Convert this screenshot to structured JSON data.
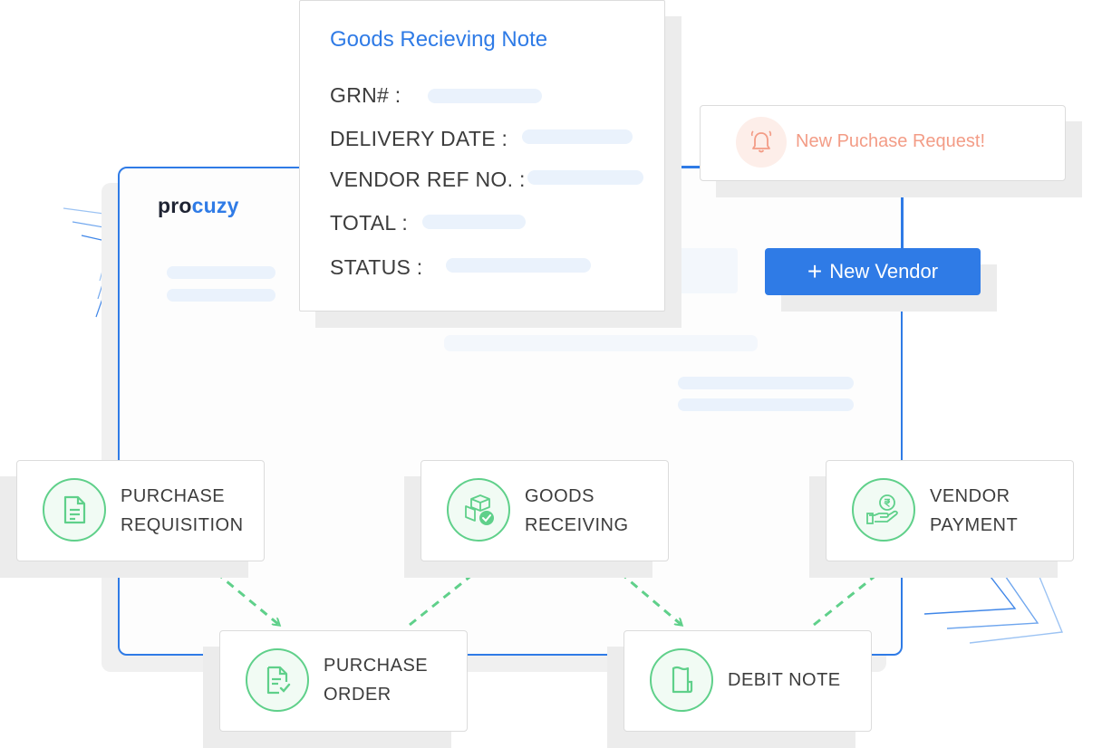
{
  "brand": {
    "prefix": "pro",
    "suffix": "cuzy"
  },
  "grn_card": {
    "title": "Goods Recieving Note",
    "fields": [
      {
        "label": "GRN# :"
      },
      {
        "label": "DELIVERY DATE :"
      },
      {
        "label": "VENDOR REF NO. :"
      },
      {
        "label": "TOTAL :"
      },
      {
        "label": "STATUS :"
      }
    ]
  },
  "notification": {
    "text": "New Puchase Request!",
    "icon": "bell-icon",
    "color": "#f39c86"
  },
  "new_vendor_button": {
    "plus": "+",
    "label": "New Vendor",
    "color": "#2f7be6"
  },
  "workflow": {
    "accent": "#5fd08a",
    "steps": [
      {
        "line1": "PURCHASE",
        "line2": "REQUISITION",
        "icon": "document-icon"
      },
      {
        "line1": "PURCHASE",
        "line2": "ORDER",
        "icon": "document-check-icon"
      },
      {
        "line1": "GOODS",
        "line2": "RECEIVING",
        "icon": "boxes-check-icon"
      },
      {
        "line1": "DEBIT NOTE",
        "line2": "",
        "icon": "receipt-icon"
      },
      {
        "line1": "VENDOR",
        "line2": "PAYMENT",
        "icon": "rupee-hand-icon"
      }
    ]
  }
}
